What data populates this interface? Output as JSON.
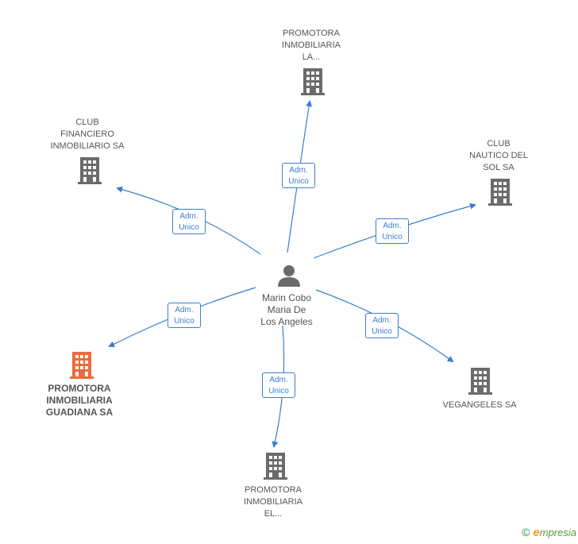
{
  "center": {
    "label": "Marin Cobo\nMaria De\nLos Angeles"
  },
  "relation": {
    "line1": "Adm.",
    "line2": "Unico"
  },
  "nodes": [
    {
      "id": "promotora-la",
      "label": "PROMOTORA\nINMOBILIARIA\nLA...",
      "highlight": false
    },
    {
      "id": "club-financiero",
      "label": "CLUB\nFINANCIERO\nINMOBILIARIO SA",
      "highlight": false
    },
    {
      "id": "club-nautico",
      "label": "CLUB\nNAUTICO DEL\nSOL SA",
      "highlight": false
    },
    {
      "id": "promotora-guadiana",
      "label": "PROMOTORA\nINMOBILIARIA\nGUADIANA SA",
      "highlight": true
    },
    {
      "id": "vegangeles",
      "label": "VEGANGELES SA",
      "highlight": false
    },
    {
      "id": "promotora-el",
      "label": "PROMOTORA\nINMOBILIARIA\nEL...",
      "highlight": false
    }
  ],
  "colors": {
    "edge": "#3a7fd0",
    "building": "#6b6b6b",
    "building_highlight": "#ee6a3c",
    "person": "#6b6b6b"
  },
  "footer": {
    "copyright": "©",
    "brand_initial": "e",
    "brand_rest": "mpresia"
  }
}
